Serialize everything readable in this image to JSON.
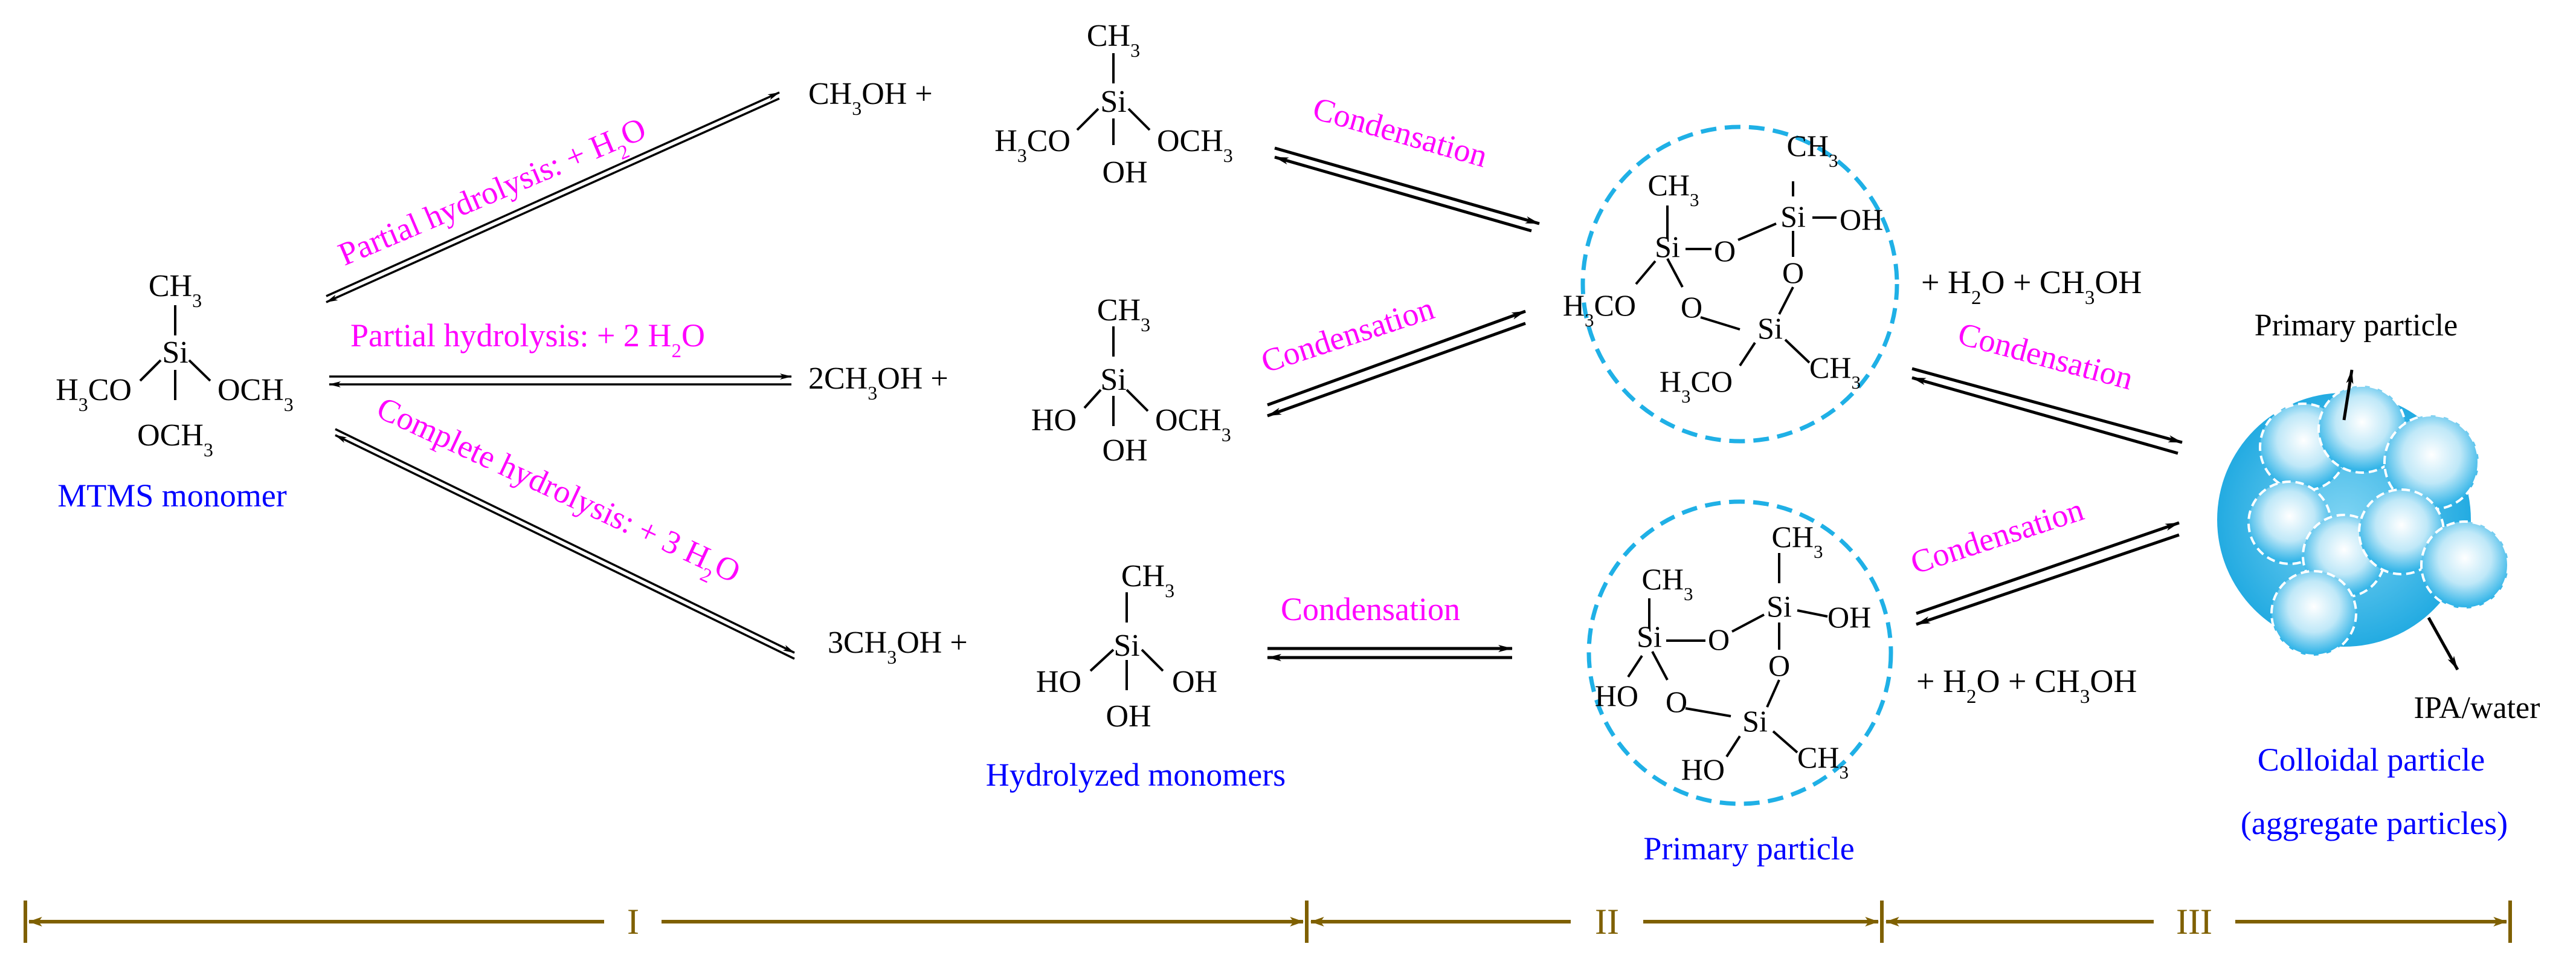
{
  "colors": {
    "chemistry": "#000000",
    "reaction_labels": "#ff00ff",
    "captions": "#0000ff",
    "particle_outline": "#1fb0e6",
    "particle_fill": "#1aa7e0",
    "stage_axis": "#7f6000"
  },
  "monomer": {
    "top_group": "CH3",
    "center_atom": "Si",
    "left_group": "H3CO",
    "right_group": "OCH3",
    "bottom_group": "OCH3",
    "caption": "MTMS monomer"
  },
  "reactions": {
    "partial_1": "Partial hydrolysis: + H2O",
    "partial_2": "Partial hydrolysis: + 2 H2O",
    "complete": "Complete hydrolysis: + 3 H2O",
    "condensation": "Condensation"
  },
  "hydrolyzed": {
    "row1": {
      "byproduct": "CH3OH +",
      "top": "CH3",
      "center": "Si",
      "left": "H3CO",
      "right": "OCH3",
      "bottom": "OH"
    },
    "row2": {
      "byproduct": "2CH3OH +",
      "top": "CH3",
      "center": "Si",
      "left": "HO",
      "right": "OCH3",
      "bottom": "OH"
    },
    "row3": {
      "byproduct": "3CH3OH +",
      "top": "CH3",
      "center": "Si",
      "left": "HO",
      "right": "OH",
      "bottom": "OH"
    },
    "caption": "Hydrolyzed monomers"
  },
  "primary_particles": {
    "upper": {
      "ch3_a": "CH3",
      "ch3_b": "CH3",
      "si": "Si",
      "o": "O",
      "oh": "OH",
      "h3co_a": "H3CO",
      "h3co_b": "H3CO",
      "ch3_c": "CH3"
    },
    "lower": {
      "ch3_a": "CH3",
      "ch3_b": "CH3",
      "si": "Si",
      "o": "O",
      "oh": "OH",
      "ho_a": "HO",
      "ho_b": "HO",
      "ch3_c": "CH3"
    },
    "caption": "Primary particle"
  },
  "byproducts": {
    "upper": "+ H2O + CH3OH",
    "lower": "+ H2O + CH3OH"
  },
  "colloid": {
    "primary_label": "Primary particle",
    "solvent_label": "IPA/water",
    "caption_line1": "Colloidal particle",
    "caption_line2": "(aggregate particles)"
  },
  "stages": [
    "I",
    "II",
    "III"
  ]
}
